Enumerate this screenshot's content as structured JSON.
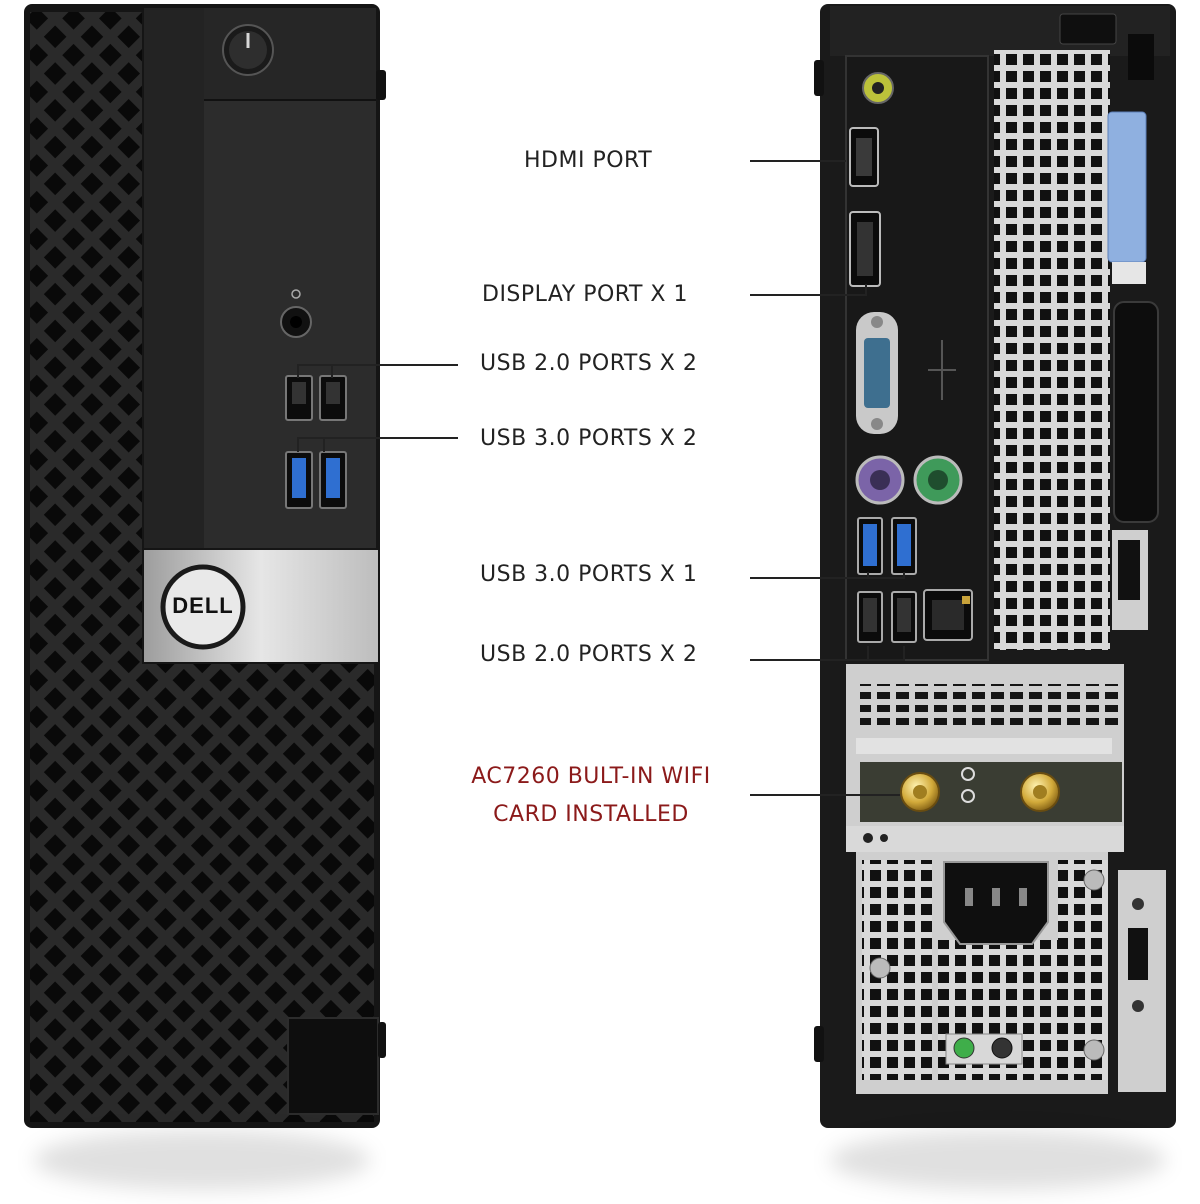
{
  "brand": {
    "logo_text": "DELL"
  },
  "labels": {
    "hdmi": "HDMI PORT",
    "displayport": "DISPLAY PORT X 1",
    "usb2_front": "USB 2.0 PORTS X 2",
    "usb3_front": "USB 3.0 PORTS X 2",
    "usb3_rear": "USB 3.0 PORTS X 1",
    "usb2_rear": "USB 2.0 PORTS X 2",
    "wifi_line1": "AC7260 BULT-IN WIFI",
    "wifi_line2": "CARD INSTALLED"
  },
  "colors": {
    "chassis": "#1e1e1e",
    "panel": "#2b2b2b",
    "usb3": "#2f6fd1",
    "ps2_keyboard": "#7b64a8",
    "ps2_mouse": "#3f9a5a",
    "silver_band": "#c9c9c9",
    "wifi_label": "#8b1a1a",
    "accent_blue_tab": "#8fb0e0"
  }
}
